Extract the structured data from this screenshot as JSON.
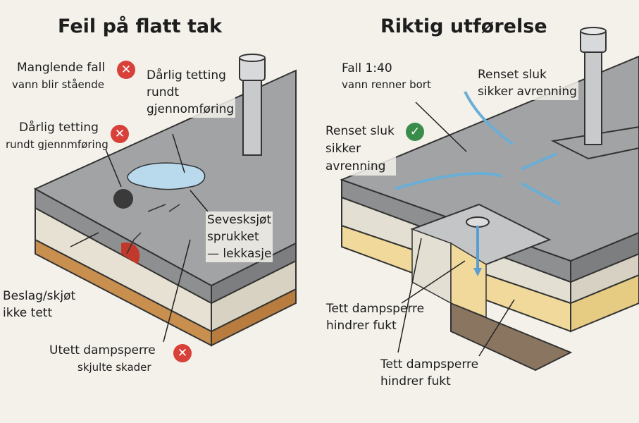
{
  "left_panel": {
    "title": "Feil på flatt tak",
    "labels": {
      "missing_fall": {
        "title": "Manglende fall",
        "sub": "vann blir stående"
      },
      "poor_seal_top": {
        "line1": "Dårlig tetting",
        "line2": "rundt",
        "line3": "gjennomføring"
      },
      "poor_seal_left": {
        "title": "Dårlig tetting",
        "sub": "rundt gjennmføring"
      },
      "seam": {
        "line1": "Sevesksjøt",
        "line2": "sprukket",
        "line3": "— lekkasje"
      },
      "flashing": {
        "line1": "Beslag/skjøt",
        "line2": "ikke tett"
      },
      "vapor": {
        "title": "Utett dampsperre",
        "sub": "skjulte skader"
      }
    }
  },
  "right_panel": {
    "title": "Riktig utførelse",
    "labels": {
      "fall": {
        "title": "Fall 1:40",
        "sub": "vann renner bort"
      },
      "drain_top": {
        "line1": "Renset sluk",
        "line2": "sikker avrenning"
      },
      "drain_left": {
        "line1": "Renset sluk",
        "line2": "sikker",
        "line3": "avrenning"
      },
      "vapor_mid": {
        "line1": "Tett dampsperre",
        "line2": "hindrer fukt"
      },
      "vapor_bottom": {
        "line1": "Tett dampsperre",
        "line2": "hindrer fukt"
      }
    }
  },
  "icons": {
    "error": "x-circle-icon",
    "success": "check-circle-icon"
  },
  "colors": {
    "error": "#d8403a",
    "success": "#3a8c4a",
    "water": "#6aaed6",
    "membrane": "#8e8f90"
  }
}
